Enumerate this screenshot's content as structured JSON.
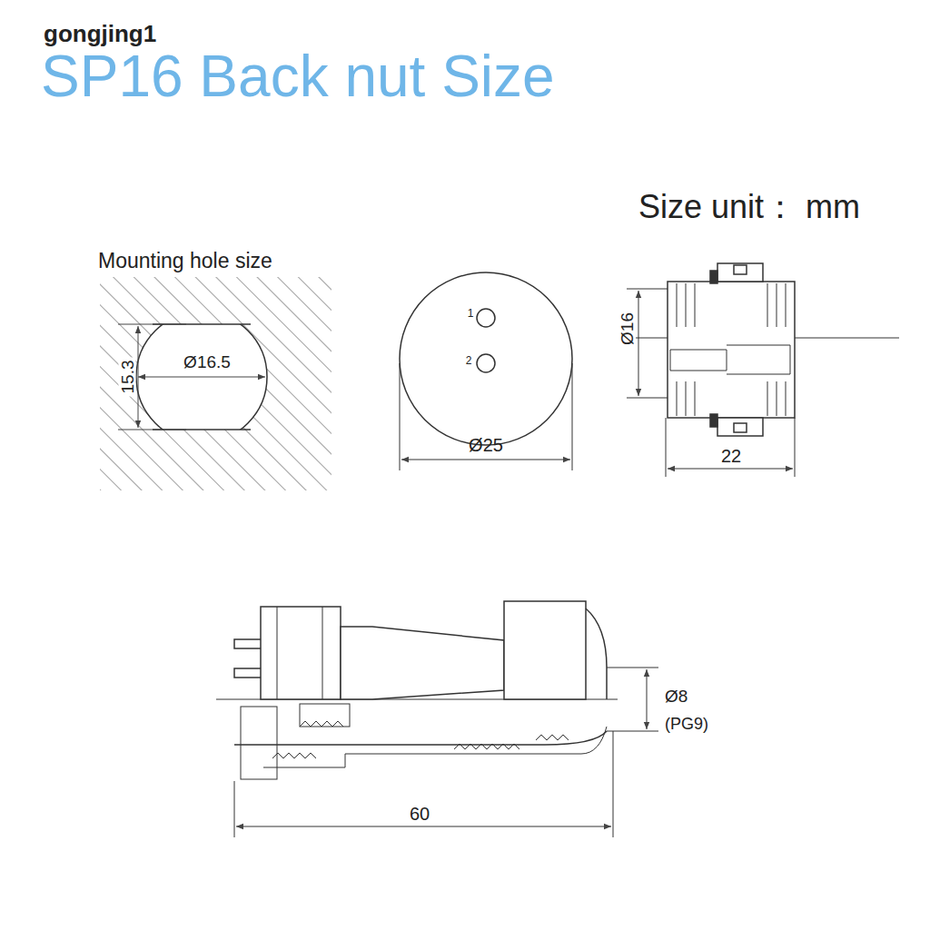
{
  "diagram": {
    "title": "SP16 Back nut Size",
    "labels": [
      "gongjing1",
      "Size unit： mm",
      "Mounting hole size",
      "Ø16.5",
      "15.3",
      "1",
      "2",
      "Ø25",
      "Ø16",
      "22",
      "Ø8",
      "(PG9)",
      "60"
    ]
  }
}
